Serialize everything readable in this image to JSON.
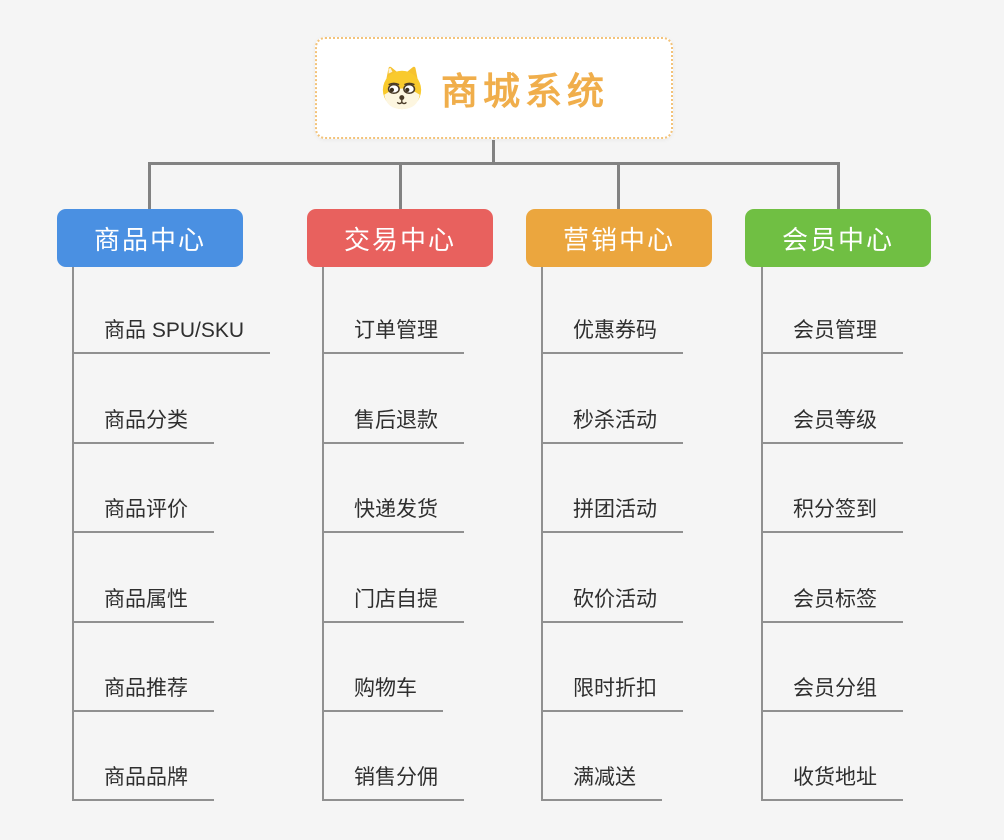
{
  "root": {
    "title": "商城系统",
    "icon": "dog-face-icon",
    "accent_color": "#f0ae4b",
    "border_color": "#f3c37a"
  },
  "connector_color": "#828282",
  "background_color": "#f5f5f5",
  "branches": [
    {
      "label": "商品中心",
      "color": "#4a90e2",
      "items": [
        "商品 SPU/SKU",
        "商品分类",
        "商品评价",
        "商品属性",
        "商品推荐",
        "商品品牌"
      ]
    },
    {
      "label": "交易中心",
      "color": "#e8615e",
      "items": [
        "订单管理",
        "售后退款",
        "快递发货",
        "门店自提",
        "购物车",
        "销售分佣"
      ]
    },
    {
      "label": "营销中心",
      "color": "#eba63e",
      "items": [
        "优惠券码",
        "秒杀活动",
        "拼团活动",
        "砍价活动",
        "限时折扣",
        "满减送"
      ]
    },
    {
      "label": "会员中心",
      "color": "#70bf43",
      "items": [
        "会员管理",
        "会员等级",
        "积分签到",
        "会员标签",
        "会员分组",
        "收货地址"
      ]
    }
  ]
}
